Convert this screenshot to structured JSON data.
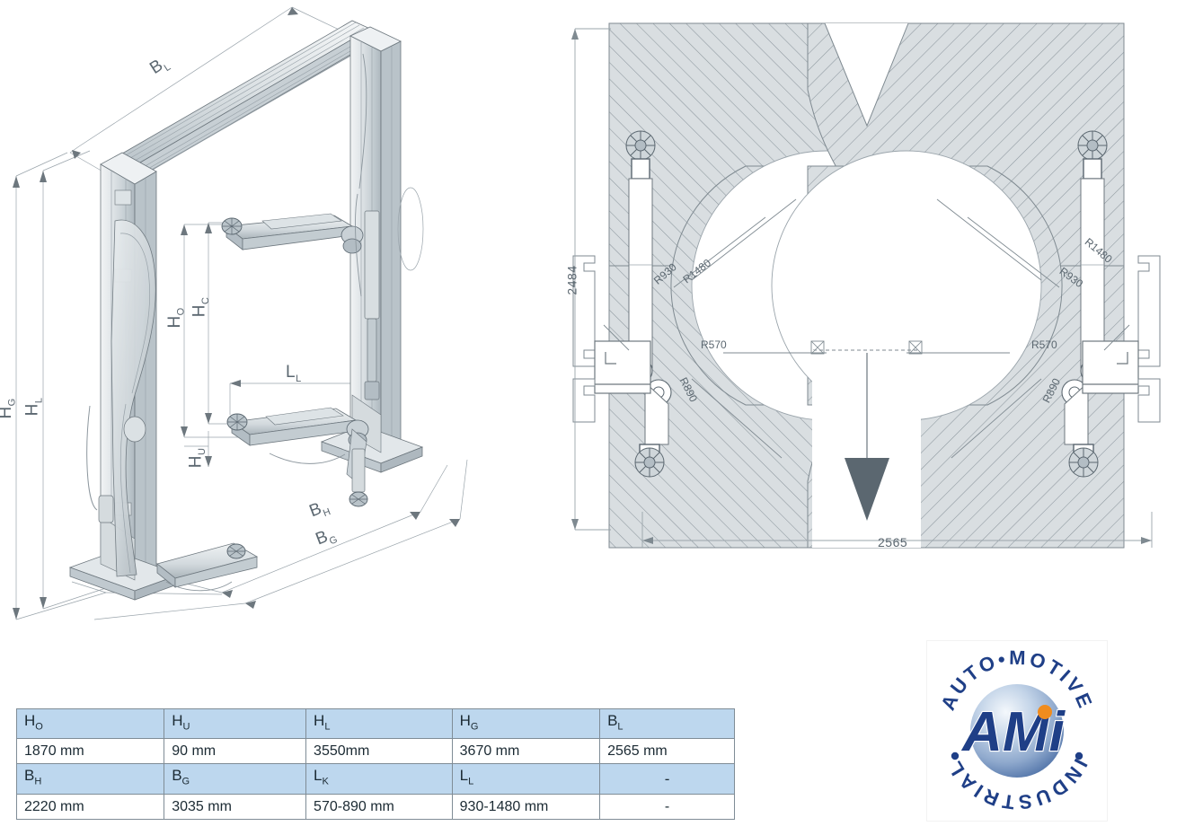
{
  "document": {
    "type": "technical-drawing",
    "subject": "two-post vehicle lift dimension sheet"
  },
  "iso_view": {
    "name": "isometric-lift-view",
    "labels": {
      "bl": {
        "base": "B",
        "sub": "L"
      },
      "ho": {
        "base": "H",
        "sub": "O"
      },
      "hc": {
        "base": "H",
        "sub": "C"
      },
      "hu": {
        "base": "H",
        "sub": "U"
      },
      "hg": {
        "base": "H",
        "sub": "G"
      },
      "hl": {
        "base": "H",
        "sub": "L"
      },
      "ll": {
        "base": "L",
        "sub": "L"
      },
      "bh": {
        "base": "B",
        "sub": "H"
      },
      "bg": {
        "base": "B",
        "sub": "G"
      }
    }
  },
  "plan_view": {
    "name": "plan-swing-area-view",
    "dimensions": {
      "height": "2484",
      "width": "2565"
    },
    "radii_left": [
      "R930",
      "R1480",
      "R570",
      "R890"
    ],
    "radii_right": [
      "R1480",
      "R930",
      "R570",
      "R890"
    ],
    "arrow": "down-arrow"
  },
  "spec_table": {
    "name": "specification-table",
    "rows": [
      {
        "type": "header",
        "cells": [
          {
            "base": "H",
            "sub": "O"
          },
          {
            "base": "H",
            "sub": "U"
          },
          {
            "base": "H",
            "sub": "L"
          },
          {
            "base": "H",
            "sub": "G"
          },
          {
            "base": "B",
            "sub": "L"
          }
        ]
      },
      {
        "type": "value",
        "cells": [
          "1870 mm",
          "90 mm",
          "3550mm",
          "3670 mm",
          "2565 mm"
        ]
      },
      {
        "type": "header",
        "cells": [
          {
            "base": "B",
            "sub": "H"
          },
          {
            "base": "B",
            "sub": "G"
          },
          {
            "base": "L",
            "sub": "K"
          },
          {
            "base": "L",
            "sub": "L"
          },
          {
            "base": "-",
            "sub": ""
          }
        ]
      },
      {
        "type": "value",
        "cells": [
          "2220 mm",
          "3035 mm",
          "570-890 mm",
          "930-1480 mm",
          "-"
        ]
      }
    ]
  },
  "logo": {
    "name": "ami-logo",
    "ring_text_top": "AUTO•MOTIVE",
    "ring_text_bottom": "INDUSTRIAL",
    "wordmark": "AMi",
    "colors": {
      "blue": "#1f3f87",
      "sphere_light": "#dfe8f3",
      "sphere_mid": "#6d8fc4",
      "accent_orange": "#f08c1e"
    }
  },
  "colors": {
    "line": "#5b6770",
    "fill_light": "#e8ecef",
    "fill_mid": "#ced6da",
    "hatch_fill": "#d7dcdf",
    "hatch_line": "#8d979e",
    "table_header": "#bdd7ee",
    "arrow_fill": "#5b6770"
  }
}
